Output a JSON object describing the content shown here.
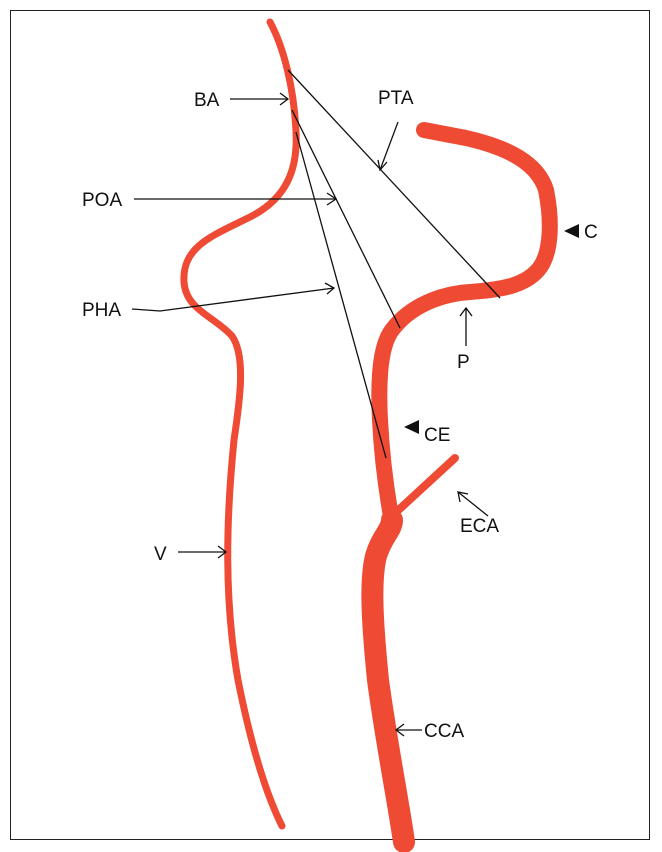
{
  "colors": {
    "vessel": "#ee4a34",
    "line": "#111111",
    "background": "#ffffff"
  },
  "labels": {
    "ba": "BA",
    "pta": "PTA",
    "poa": "POA",
    "pha": "PHA",
    "c": "C",
    "p": "P",
    "ce": "CE",
    "eca": "ECA",
    "v": "V",
    "cca": "CCA"
  }
}
